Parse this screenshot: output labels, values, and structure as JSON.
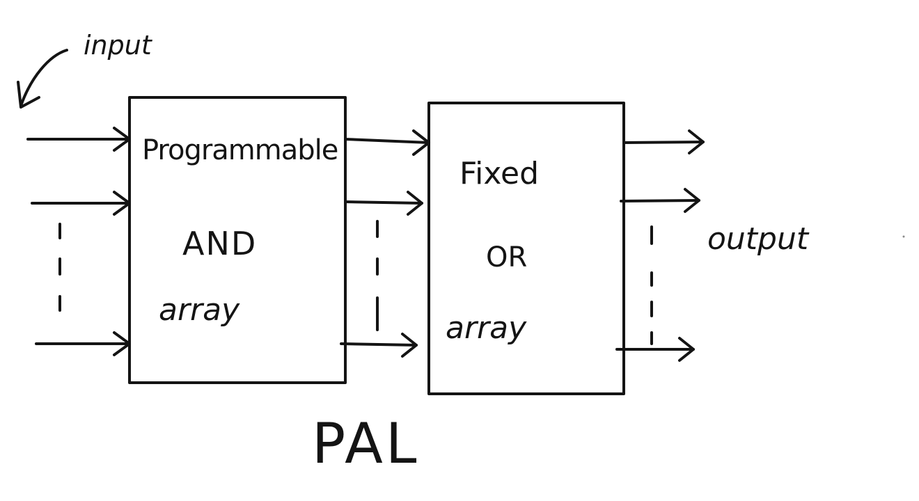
{
  "labels": {
    "input": "input",
    "output": "output",
    "title": "PAL"
  },
  "and_block": {
    "line1": "Programmable",
    "line2": "AND",
    "line3": "array"
  },
  "or_block": {
    "line1": "Fixed",
    "line2": "OR",
    "line3": "array"
  },
  "colors": {
    "ink": "#141414",
    "paper": "#ffffff"
  }
}
